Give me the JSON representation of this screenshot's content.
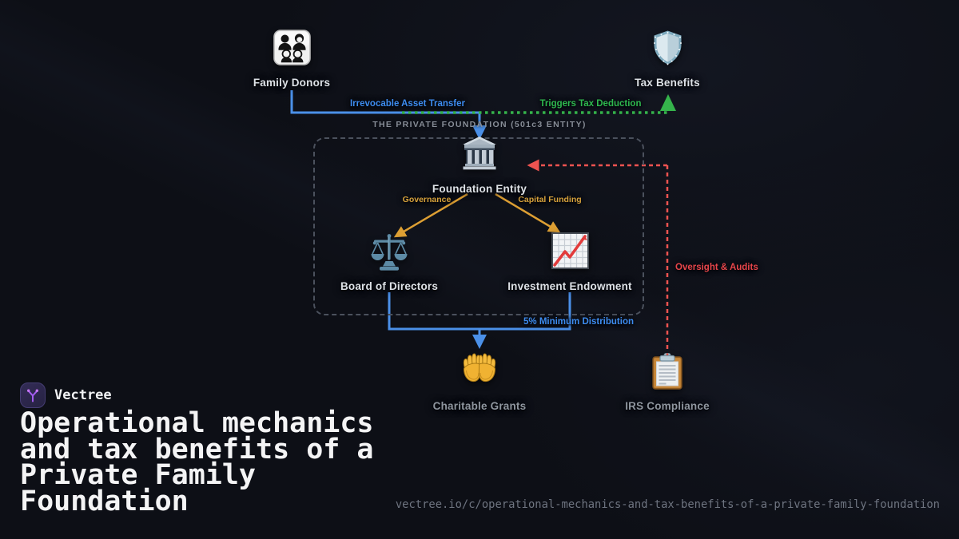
{
  "brand": {
    "name": "Vectree",
    "logo_icon": "vectree-branch-icon",
    "logo_accent_color": "#a35cf0"
  },
  "title": "Operational mechanics and tax benefits of a Private Family Foundation",
  "url": "vectree.io/c/operational-mechanics-and-tax-benefits-of-a-private-family-foundation",
  "diagram": {
    "container_label": "THE PRIVATE FOUNDATION (501c3 ENTITY)",
    "nodes": {
      "family_donors": {
        "label": "Family Donors",
        "icon": "family-icon"
      },
      "tax_benefits": {
        "label": "Tax Benefits",
        "icon": "shield-icon"
      },
      "foundation_entity": {
        "label": "Foundation Entity",
        "icon": "bank-building-icon"
      },
      "board_of_directors": {
        "label": "Board of Directors",
        "icon": "balance-scale-icon"
      },
      "investment_endowment": {
        "label": "Investment Endowment",
        "icon": "chart-increasing-icon"
      },
      "charitable_grants": {
        "label": "Charitable Grants",
        "icon": "open-hands-icon"
      },
      "irs_compliance": {
        "label": "IRS Compliance",
        "icon": "clipboard-icon"
      }
    },
    "edges": {
      "irrevocable_asset_transfer": {
        "label": "Irrevocable Asset Transfer",
        "color": "#3d8cf0",
        "style": "solid"
      },
      "triggers_tax_deduction": {
        "label": "Triggers Tax Deduction",
        "color": "#2eb84e",
        "style": "dotted"
      },
      "governance": {
        "label": "Governance",
        "color": "#d7a23c",
        "style": "solid"
      },
      "capital_funding": {
        "label": "Capital Funding",
        "color": "#d7a23c",
        "style": "solid"
      },
      "minimum_distribution": {
        "label": "5% Minimum Distribution",
        "color": "#3d8cf0",
        "style": "solid"
      },
      "oversight_audits": {
        "label": "Oversight & Audits",
        "color": "#e8464b",
        "style": "dashed"
      }
    },
    "colors": {
      "background": "#0d0f16",
      "blue": "#4b90e8",
      "green": "#35b34b",
      "orange": "#dd9f33",
      "red": "#ef5350",
      "box_border": "#4b515d"
    }
  }
}
